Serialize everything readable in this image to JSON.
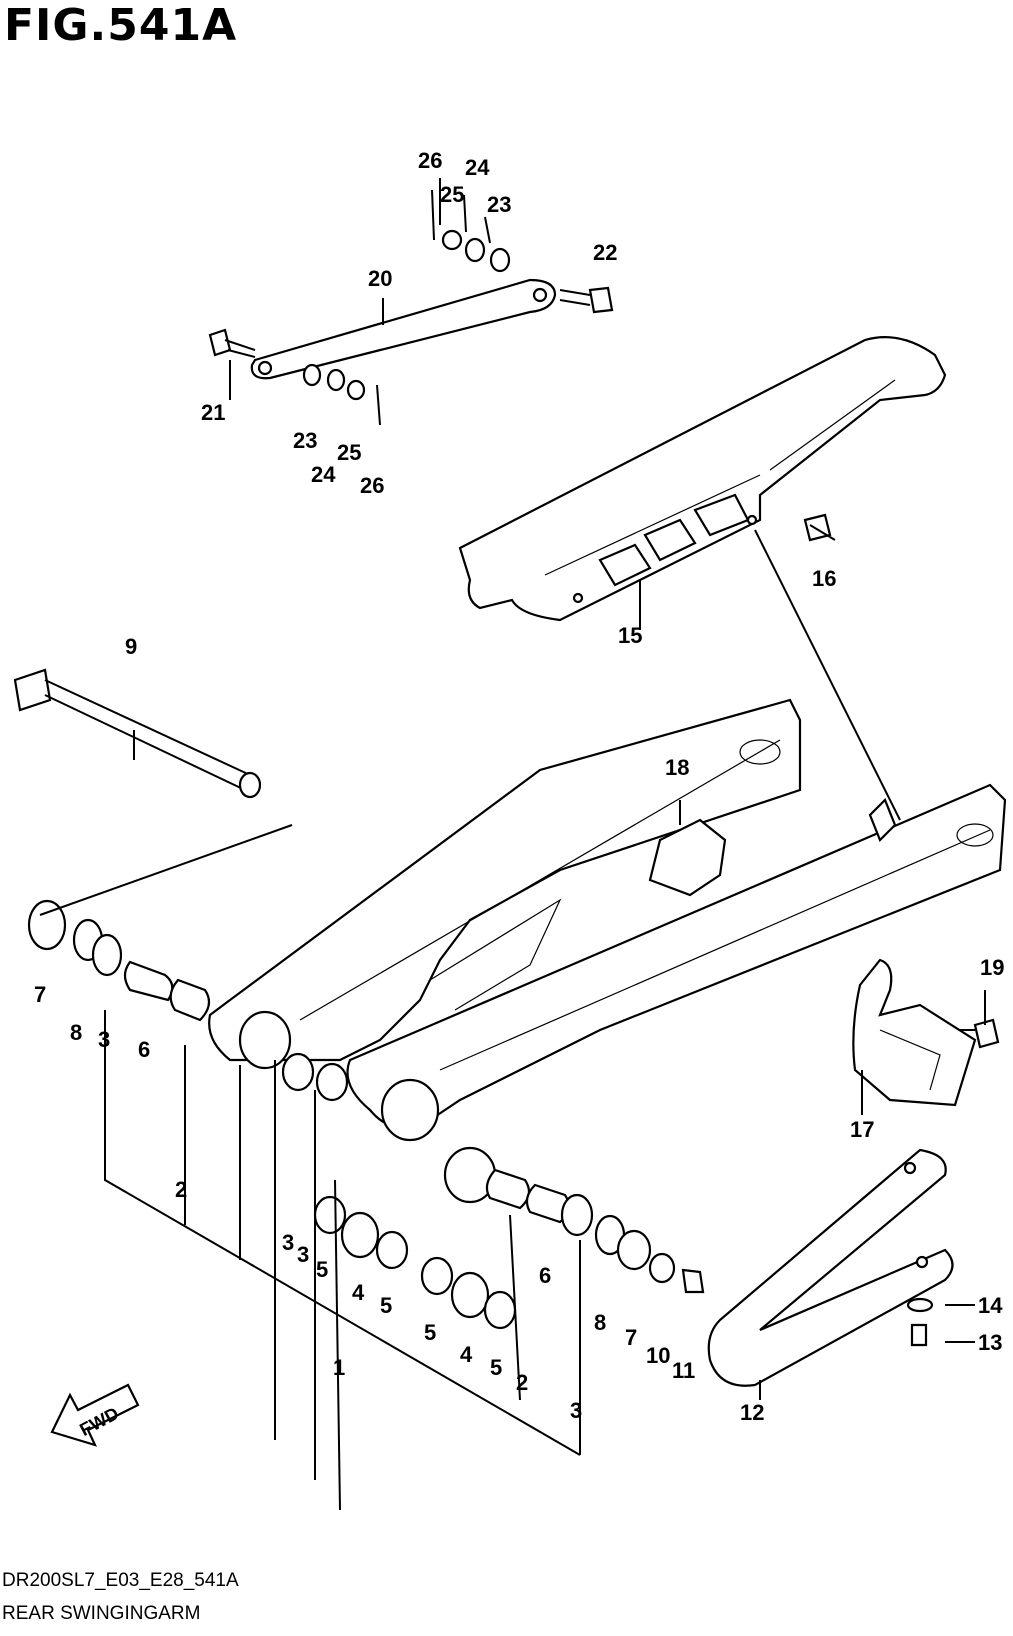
{
  "figure_title": "FIG.541A",
  "drawing_code": "DR200SL7_E03_E28_541A",
  "section_name": "REAR SWINGINGARM",
  "direction_label": "FWD",
  "callouts": [
    "26",
    "24",
    "25",
    "23",
    "22",
    "20",
    "21",
    "23",
    "24",
    "25",
    "26",
    "16",
    "15",
    "9",
    "18",
    "19",
    "7",
    "8",
    "3",
    "6",
    "2",
    "17",
    "3",
    "3",
    "5",
    "4",
    "5",
    "6",
    "5",
    "4",
    "5",
    "1",
    "2",
    "8",
    "7",
    "10",
    "11",
    "14",
    "13",
    "12",
    "3"
  ],
  "icons": [
    "fwd-arrow-icon"
  ],
  "colors": {
    "ink": "#000000",
    "paper": "#ffffff"
  }
}
